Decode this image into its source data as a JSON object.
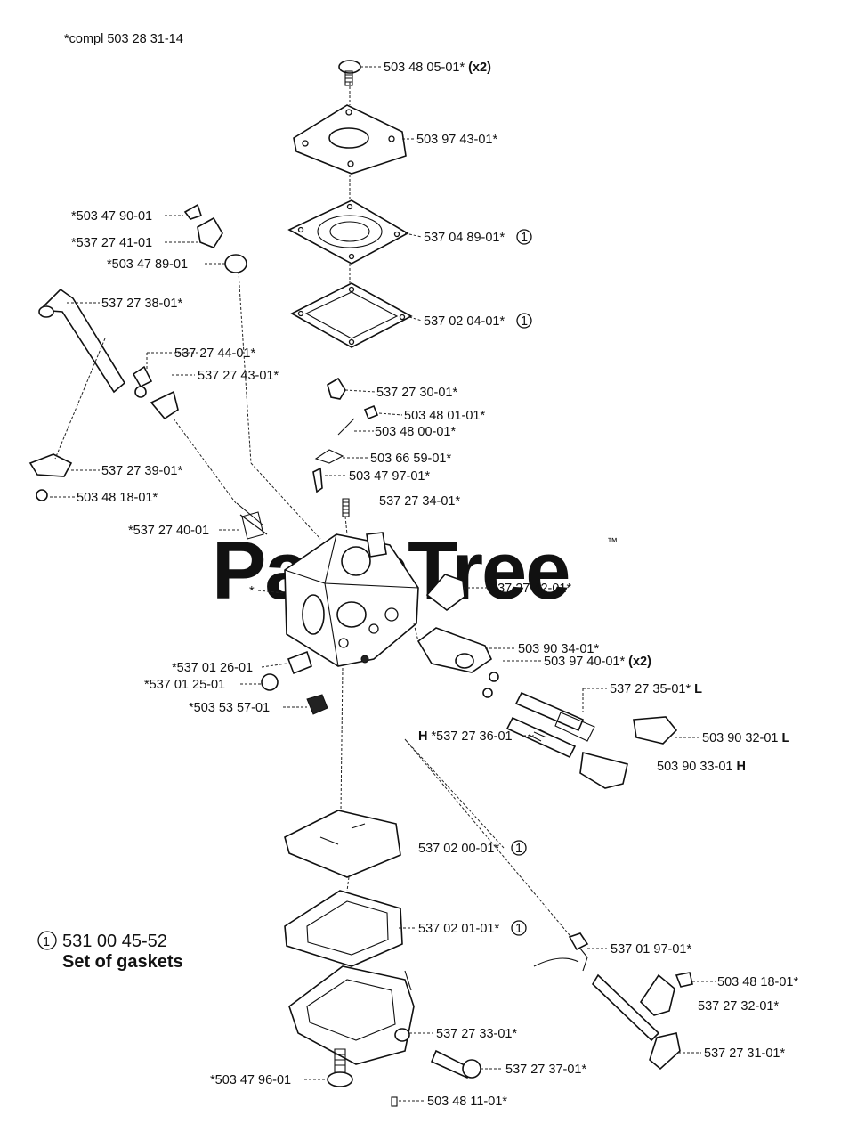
{
  "header_note": "*compl 503 28 31-14",
  "watermark": "PartsTree",
  "watermark_tm": "™",
  "circle_marker": "1",
  "legend": {
    "number": "531 00 45-52",
    "description": "Set of gaskets"
  },
  "labels": {
    "screw_top": "503 48 05-01*",
    "screw_top_qty": "(x2)",
    "cover_top": "503 97 43-01*",
    "diaphragm_top": "537 04 89-01*",
    "gasket_top": "537 02 04-01*",
    "p_537_27_30": "537 27 30-01*",
    "p_503_48_01": "503 48 01-01*",
    "p_503_48_00": "503 48 00-01*",
    "p_503_66_59": "503 66 59-01*",
    "p_503_47_97": "503 47 97-01*",
    "p_537_27_34": "537 27 34-01*",
    "p_503_47_90": "*503 47 90-01",
    "p_537_27_41": "*537 27 41-01",
    "p_503_47_89": "*503 47 89-01",
    "p_537_27_38": "537 27 38-01*",
    "p_537_27_44": "537 27 44-01*",
    "p_537_27_43": "537 27 43-01*",
    "p_537_27_39": "537 27 39-01*",
    "p_503_48_18_left": "503 48 18-01*",
    "p_537_27_40": "*537 27 40-01",
    "body_star": "*",
    "p_537_27_42": "537 27 42-01*",
    "p_503_90_34": "503 90 34-01*",
    "p_503_97_40": "503 97 40-01*",
    "p_503_97_40_qty": "(x2)",
    "p_537_27_35": "537 27 35-01*",
    "p_537_27_35_suffix": "L",
    "p_503_90_32": "503 90 32-01",
    "p_503_90_32_suffix": "L",
    "p_537_27_36_prefix": "H",
    "p_537_27_36": "*537 27 36-01",
    "p_503_90_33": "503 90 33-01",
    "p_503_90_33_suffix": "H",
    "p_537_01_26": "*537 01 26-01",
    "p_537_01_25": "*537 01 25-01",
    "p_503_53_57": "*503 53 57-01",
    "p_537_02_00": "537 02 00-01*",
    "p_537_02_01": "537 02 01-01*",
    "p_537_01_97": "537 01 97-01*",
    "p_503_48_18_right": "503 48 18-01*",
    "p_537_27_32": "537 27 32-01*",
    "p_537_27_33": "537 27 33-01*",
    "p_537_27_37": "537 27 37-01*",
    "p_537_27_31": "537 27 31-01*",
    "p_503_47_96": "*503 47 96-01",
    "p_503_48_11": "503 48 11-01*"
  }
}
